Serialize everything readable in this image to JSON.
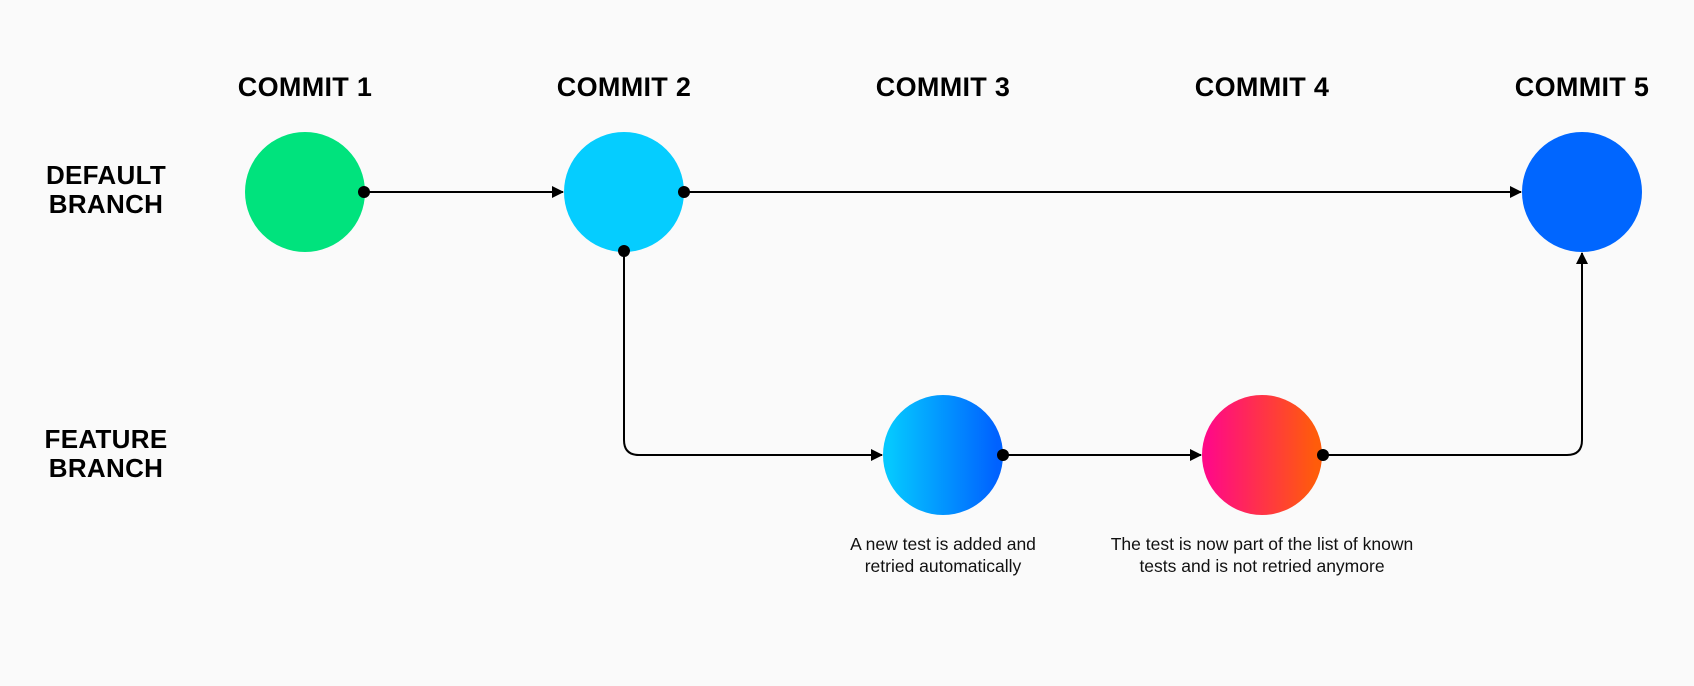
{
  "commits": [
    {
      "id": "c1",
      "label": "COMMIT 1",
      "colors": [
        "#00E37D",
        "#00E37D"
      ]
    },
    {
      "id": "c2",
      "label": "COMMIT 2",
      "colors": [
        "#05CDFF",
        "#05CDFF"
      ]
    },
    {
      "id": "c3",
      "label": "COMMIT 3",
      "colors": [
        "#05C8FF",
        "#0062FF"
      ]
    },
    {
      "id": "c4",
      "label": "COMMIT 4",
      "colors": [
        "#FF0A86",
        "#FF5C0A"
      ]
    },
    {
      "id": "c5",
      "label": "COMMIT 5",
      "colors": [
        "#0066FF",
        "#0066FF"
      ]
    }
  ],
  "branches": {
    "default": {
      "line1": "DEFAULT",
      "line2": "BRANCH"
    },
    "feature": {
      "line1": "FEATURE",
      "line2": "BRANCH"
    }
  },
  "captions": {
    "c3": {
      "line1": "A new test is added and",
      "line2": "retried automatically"
    },
    "c4": {
      "line1": "The test is now part of the list of known",
      "line2": "tests and is not retried anymore"
    }
  },
  "edges": [
    {
      "from": "c1",
      "to": "c2"
    },
    {
      "from": "c2",
      "to": "c5"
    },
    {
      "from": "c2",
      "to": "c3"
    },
    {
      "from": "c3",
      "to": "c4"
    },
    {
      "from": "c4",
      "to": "c5"
    }
  ]
}
